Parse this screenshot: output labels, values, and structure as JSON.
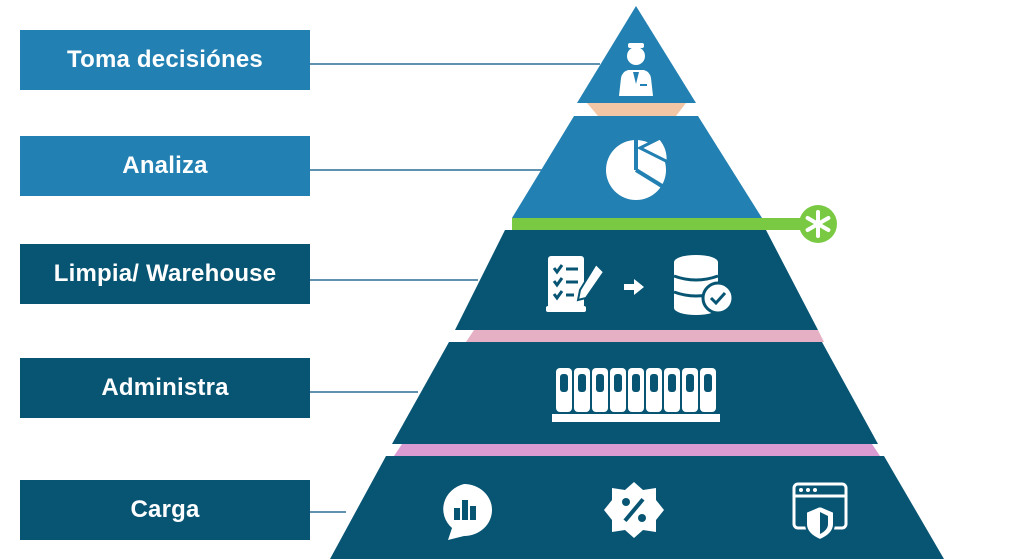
{
  "levels": [
    {
      "label": "Toma decisiónes",
      "icon": "user-manager-icon",
      "color": "#2280b2"
    },
    {
      "label": "Analiza",
      "icon": "pie-chart-icon",
      "color": "#2280b2"
    },
    {
      "label": "Limpia/ Warehouse",
      "icon": "checklist-to-database-icon",
      "color": "#075573"
    },
    {
      "label": "Administra",
      "icon": "server-rack-icon",
      "color": "#075573"
    },
    {
      "label": "Carga",
      "icon": "chat-chart-percent-security-icons",
      "color": "#075573"
    }
  ],
  "colors": {
    "light_blue": "#2280b2",
    "dark_blue": "#075573",
    "green_accent": "#7ac943",
    "separator_peach": "#f3c7a5",
    "separator_pink": "#e6b0c4",
    "separator_violet": "#d99bd1"
  }
}
